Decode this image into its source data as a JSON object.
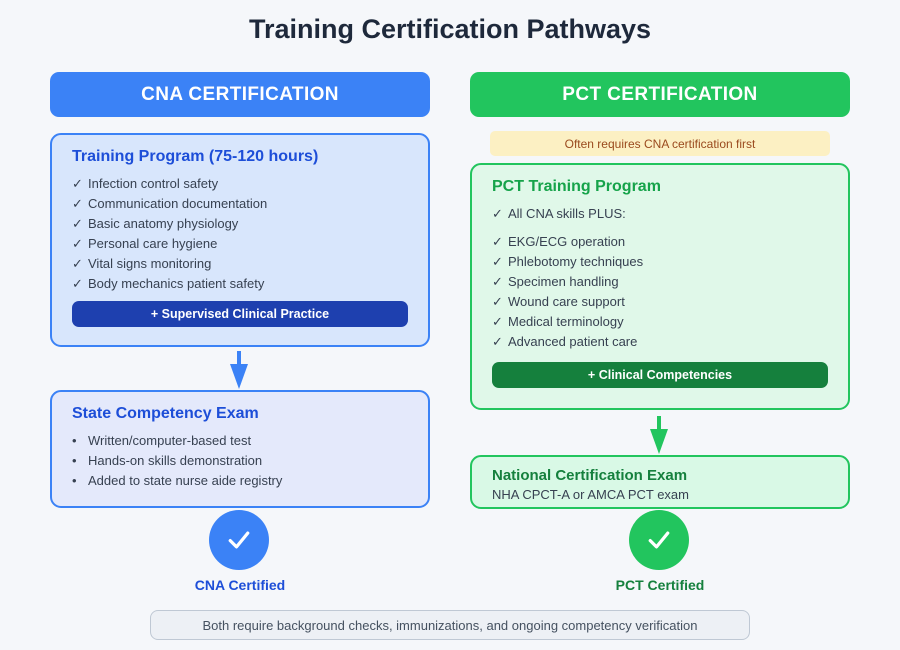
{
  "title": "Training Certification Pathways",
  "glyphs": {
    "check": "✓",
    "bullet": "•"
  },
  "colors": {
    "blue": "#3b82f6",
    "blue_dark": "#1e40af",
    "blue_text": "#1d4ed8",
    "green": "#22c55e",
    "green_dark": "#15803d",
    "green_text": "#16a34a",
    "note_bg": "#fcf0c3",
    "note_text": "#9a4a1e",
    "page_bg": "#f5f7fa"
  },
  "cna": {
    "header": "CNA CERTIFICATION",
    "training": {
      "title": "Training Program (75-120 hours)",
      "items": [
        "Infection control safety",
        "Communication documentation",
        "Basic anatomy physiology",
        "Personal care hygiene",
        "Vital signs monitoring",
        "Body mechanics patient safety"
      ],
      "button": "+ Supervised Clinical Practice"
    },
    "exam": {
      "title": "State Competency Exam",
      "items": [
        "Written/computer-based test",
        "Hands-on skills demonstration",
        "Added to state nurse aide registry"
      ]
    },
    "certified": "CNA Certified"
  },
  "pct": {
    "header": "PCT CERTIFICATION",
    "note": "Often requires CNA certification first",
    "training": {
      "title": "PCT Training Program",
      "lead_item": "All CNA skills PLUS:",
      "items": [
        "EKG/ECG operation",
        "Phlebotomy techniques",
        "Specimen handling",
        "Wound care support",
        "Medical terminology",
        "Advanced patient care"
      ],
      "button": "+ Clinical Competencies"
    },
    "exam": {
      "title": "National Certification Exam",
      "subtitle": "NHA CPCT-A or AMCA PCT exam"
    },
    "certified": "PCT Certified"
  },
  "footer": "Both require background checks, immunizations, and ongoing competency verification"
}
